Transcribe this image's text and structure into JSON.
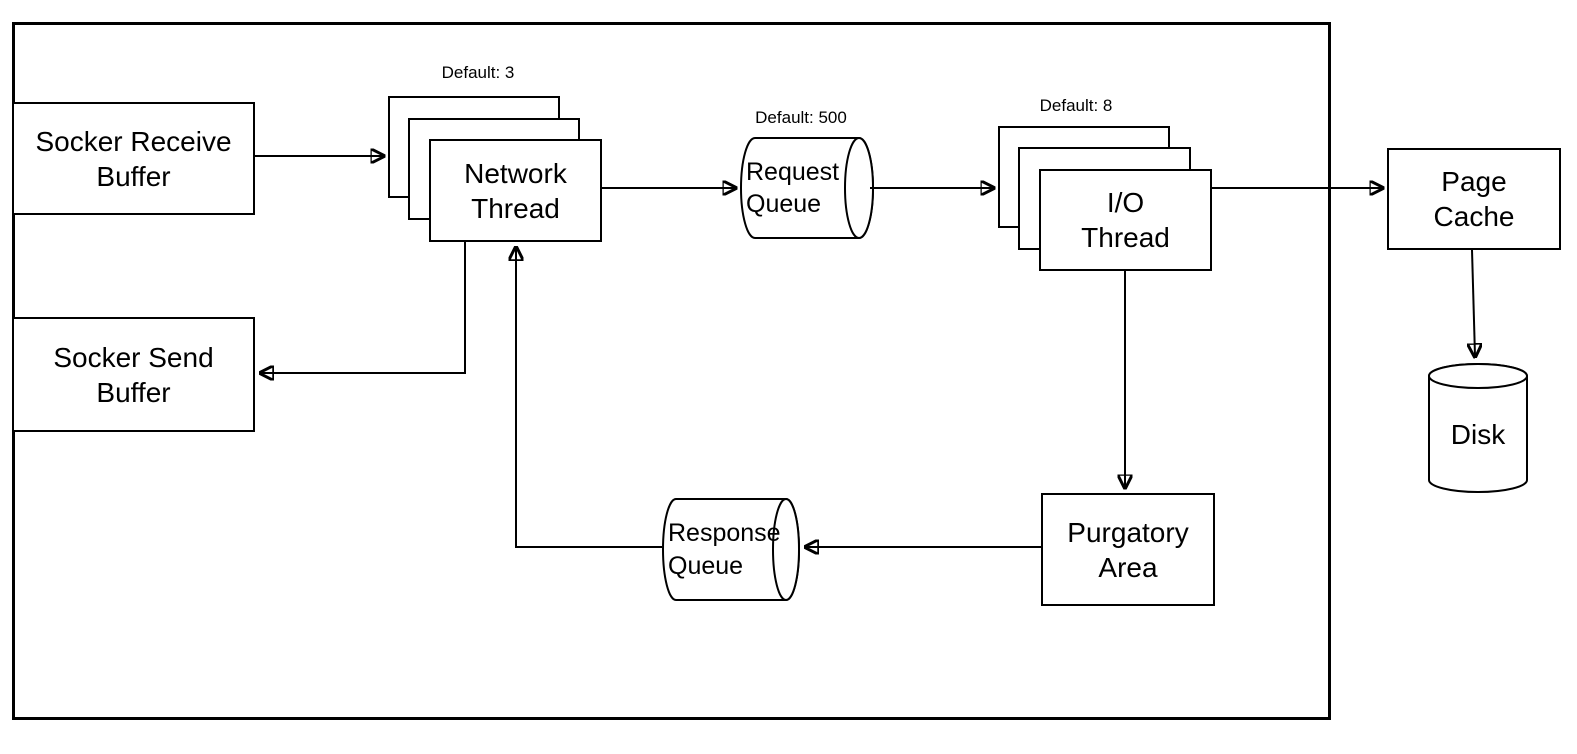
{
  "nodes": {
    "socket_receive_buffer": {
      "label": "Socker Receive\nBuffer"
    },
    "socket_send_buffer": {
      "label": "Socker Send\nBuffer"
    },
    "network_thread": {
      "label": "Network\nThread",
      "badge": "Default: 3"
    },
    "request_queue": {
      "label": "Request\nQueue",
      "badge": "Default: 500"
    },
    "io_thread": {
      "label": "I/O\nThread",
      "badge": "Default: 8"
    },
    "page_cache": {
      "label": "Page\nCache"
    },
    "purgatory_area": {
      "label": "Purgatory\nArea"
    },
    "response_queue": {
      "label": "Response\nQueue"
    },
    "disk": {
      "label": "Disk"
    }
  },
  "edges": [
    {
      "from": "socket_receive_buffer",
      "to": "network_thread"
    },
    {
      "from": "network_thread",
      "to": "request_queue"
    },
    {
      "from": "request_queue",
      "to": "io_thread"
    },
    {
      "from": "io_thread",
      "to": "page_cache"
    },
    {
      "from": "page_cache",
      "to": "disk"
    },
    {
      "from": "io_thread",
      "to": "purgatory_area"
    },
    {
      "from": "purgatory_area",
      "to": "response_queue"
    },
    {
      "from": "response_queue",
      "to": "network_thread"
    },
    {
      "from": "network_thread",
      "to": "socket_send_buffer"
    }
  ],
  "colors": {
    "line": "#000000",
    "fill": "#ffffff",
    "background": "#ffffff"
  }
}
